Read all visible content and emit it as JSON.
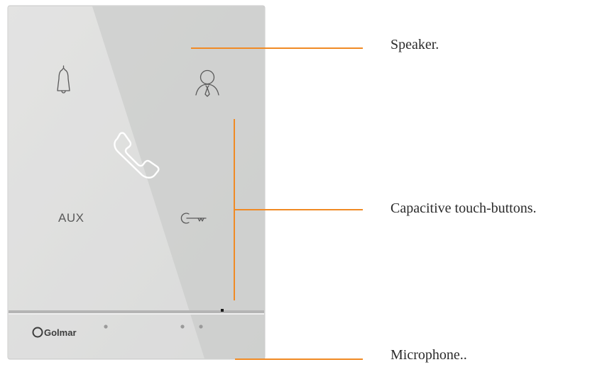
{
  "device": {
    "brand": "Golmar",
    "buttons": {
      "top_left_icon": "bell-icon",
      "top_right_icon": "concierge-icon",
      "center_icon": "handset-icon",
      "bottom_left_label": "AUX",
      "bottom_right_icon": "key-icon"
    },
    "colors": {
      "panel": "#dcdcdb",
      "panel_highlight": "#cfd0cf",
      "icon_stroke": "#5a5a5a",
      "handset_stroke": "#ffffff",
      "callout_line": "#f08a24"
    }
  },
  "callouts": {
    "speaker": "Speaker.",
    "touch_buttons": "Capacitive touch-buttons.",
    "microphone": "Microphone.."
  }
}
